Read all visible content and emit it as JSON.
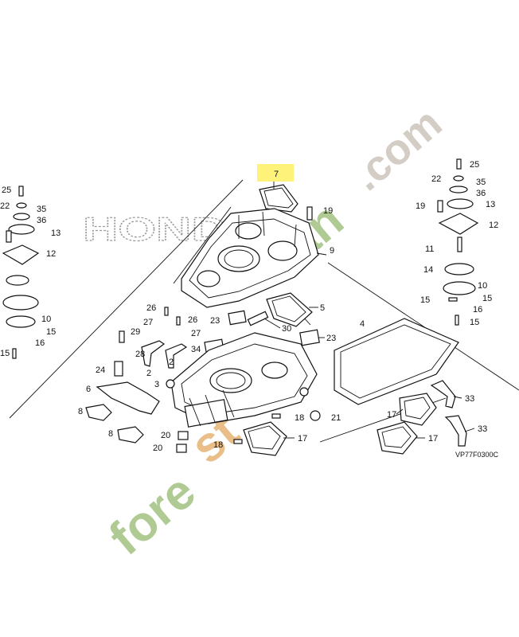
{
  "diagram": {
    "reference_code": "VP77F0300C",
    "brand_mark": "HONDA",
    "watermark": {
      "left": "fore",
      "mid": "st",
      "right": "an",
      "domain": ".com"
    },
    "highlighted_part": "7",
    "callouts": {
      "left_25": "25",
      "left_22": "22",
      "left_35": "35",
      "left_36": "36",
      "left_13": "13",
      "left_12": "12",
      "left_10": "10",
      "left_15a": "15",
      "left_16": "16",
      "left_15b": "15",
      "c7": "7",
      "c19a": "19",
      "c9": "9",
      "c26a": "26",
      "c27a": "27",
      "c26b": "26",
      "c27b": "27",
      "c23a": "23",
      "c29": "29",
      "c28": "28",
      "c2a": "2",
      "c2b": "2",
      "c34": "34",
      "c30": "30",
      "c5": "5",
      "c23b": "23",
      "c4": "4",
      "c24": "24",
      "c3": "3",
      "c6": "6",
      "c8a": "8",
      "c8b": "8",
      "c18a": "18",
      "c21": "21",
      "c17a": "17",
      "c20a": "20",
      "c20b": "20",
      "c18b": "18",
      "c17b": "17",
      "c17c": "17",
      "c33a": "33",
      "c33b": "33",
      "r25": "25",
      "r22": "22",
      "r35": "35",
      "r36": "36",
      "r19": "19",
      "r13": "13",
      "r12": "12",
      "r11": "11",
      "r14": "14",
      "r10": "10",
      "r15a": "15",
      "r15b": "15",
      "r16": "16",
      "r15c": "15"
    }
  }
}
